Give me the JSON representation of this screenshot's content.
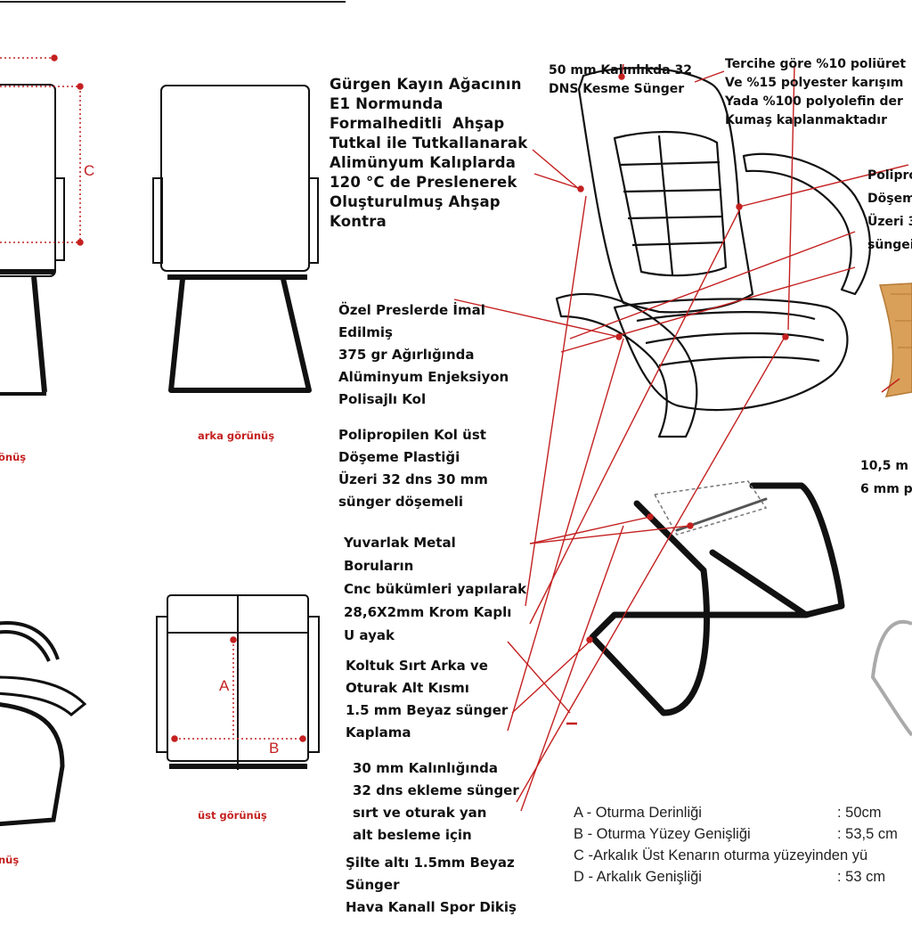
{
  "labels": {
    "plywood": [
      "Gürgen Kayın Ağacının",
      "E1 Normunda",
      "Formalheditli  Ahşap",
      "Tutkal ile Tutkallanarak",
      "Alimünyum Kalıplarda",
      "120 °C de Preslenerek",
      "Oluşturulmuş Ahşap",
      "Kontra"
    ],
    "foam_top": [
      "50 mm Kalınlıkda 32",
      "DNS Kesme Sünger"
    ],
    "fabric": [
      "Tercihe göre %10 poliüret",
      "Ve %15 polyester karışım",
      "Yada %100 polyolefin der",
      "Kumaş kaplanmaktadır"
    ],
    "arm_cover_right": [
      "Polipro",
      "Döşem",
      "Üzeri 3",
      "süngei"
    ],
    "aluminium_arm": [
      "Özel Preslerde İmal",
      "Edilmiş",
      "375 gr Ağırlığında",
      "Alüminyum Enjeksiyon",
      "Polisajlı Kol"
    ],
    "arm_cover": [
      "Polipropilen Kol üst",
      "Döşeme Plastiği",
      "Üzeri 32 dns 30 mm",
      "sünger döşemeli"
    ],
    "u_leg": [
      "Yuvarlak Metal",
      "Boruların",
      "Cnc bükümleri yapılarak",
      "28,6X2mm Krom Kaplı",
      "U ayak"
    ],
    "back_cover": [
      "Koltuk Sırt Arka ve",
      "Oturak Alt Kısmı",
      "1.5 mm Beyaz sünger",
      "Kaplama"
    ],
    "side_foam": [
      "30 mm Kalınlığında",
      "32 dns ekleme sünger",
      "sırt ve oturak yan",
      "alt besleme için"
    ],
    "bottom": [
      "Şilte altı 1.5mm Beyaz",
      "Sünger",
      "Hava Kanall Spor Dikiş"
    ],
    "plywood_dims": [
      "10,5 m",
      "6 mm p"
    ]
  },
  "views": {
    "back": "arka görünüş",
    "top": "üst görünüş",
    "front_cut": "önüş",
    "side_cut": "nüş"
  },
  "dimension_letters": {
    "a": "A",
    "b": "B",
    "c": "C"
  },
  "legend": [
    {
      "text": "A - Oturma Derinliği",
      "value": ": 50cm"
    },
    {
      "text": "B - Oturma Yüzey Genişliği",
      "value": ": 53,5 cm"
    },
    {
      "text": "C -Arkalık Üst Kenarın oturma yüzeyinden yü",
      "value": ""
    },
    {
      "text": "D - Arkalık Genişliği",
      "value": ": 53 cm"
    }
  ],
  "colors": {
    "accent": "#c42020",
    "frame": "#111111",
    "wood": "#d9a05a"
  }
}
